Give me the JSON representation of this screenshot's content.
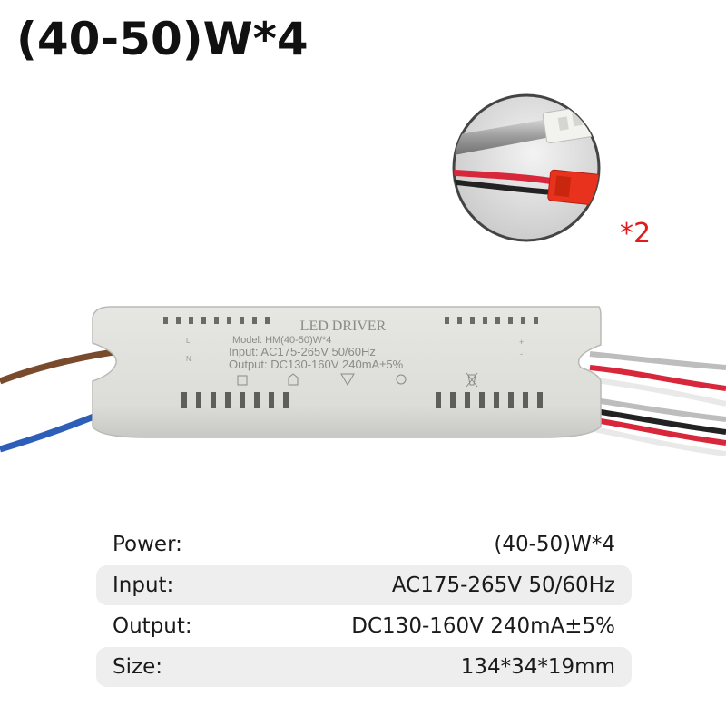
{
  "title": "(40-50)W*4",
  "device": {
    "brand_line": "LED DRIVER",
    "model_line": "Model: HM(40-50)W*4",
    "input_line": "Input: AC175-265V 50/60Hz",
    "output_line": "Output: DC130-160V 240mA±5%",
    "left_terminal_l": "L",
    "left_terminal_n": "N",
    "right_terminal_plus": "+",
    "right_terminal_minus": "-"
  },
  "connector_multiplier": "*2",
  "specs": [
    {
      "label": "Power:",
      "value": "(40-50)W*4"
    },
    {
      "label": "Input:",
      "value": "AC175-265V 50/60Hz"
    },
    {
      "label": "Output:",
      "value": "DC130-160V 240mA±5%"
    },
    {
      "label": "Size:",
      "value": "134*34*19mm"
    }
  ],
  "colors": {
    "accent_red": "#e11b1b",
    "row_shade": "#eeeeee",
    "housing": "#dcdcda"
  }
}
